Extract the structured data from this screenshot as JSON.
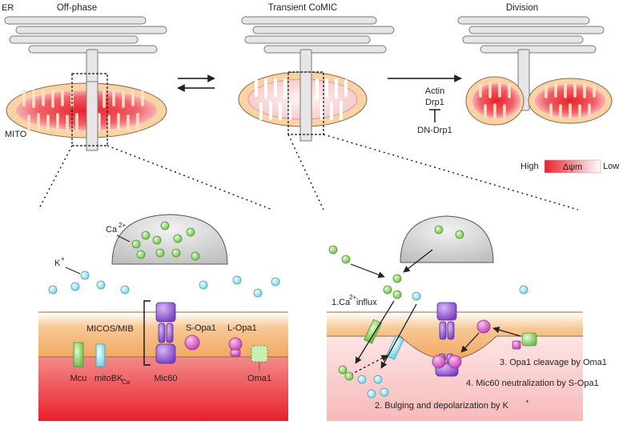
{
  "stages": {
    "off_phase": "Off-phase",
    "transient": "Transient CoMIC",
    "division": "Division"
  },
  "organelles": {
    "er": "ER",
    "mito": "MITO"
  },
  "regulators": {
    "actin": "Actin",
    "drp1": "Drp1",
    "dn_drp1": "DN-Drp1"
  },
  "legend": {
    "high": "High",
    "symbol": "Δψm",
    "low": "Low",
    "gradient_colors": [
      "#e8202a",
      "#ffffff"
    ]
  },
  "ions": {
    "ca_base": "Ca",
    "ca_sup": "2+",
    "k_base": "K",
    "k_sup": "+"
  },
  "proteins": {
    "micos": "MICOS/MIB",
    "s_opa1": "S-Opa1",
    "l_opa1": "L-Opa1",
    "mcu": "Mcu",
    "mitobk_base": "mitoBK",
    "mitobk_sub": "Ca",
    "mic60": "Mic60",
    "oma1": "Oma1"
  },
  "steps": {
    "s1_prefix": "1.Ca",
    "s1_sup": "2+",
    "s1_suffix": " influx",
    "s2_prefix": "2. Bulging and depolarization by K",
    "s2_sup": "+",
    "s3": "3. Opa1 cleavage by Oma1",
    "s4": "4. Mic60 neutralization by S-Opa1"
  },
  "colors": {
    "mito_outer": "#f9d2a5",
    "matrix_red": "#e8202a",
    "ims_orange": "#f4b57a",
    "ca_green": "#8fd26a",
    "k_cyan": "#a7e6ee",
    "mic60_purple": "#9b63d6",
    "opa1_magenta": "#d653c8",
    "er_gray": "#d9d9d9"
  }
}
